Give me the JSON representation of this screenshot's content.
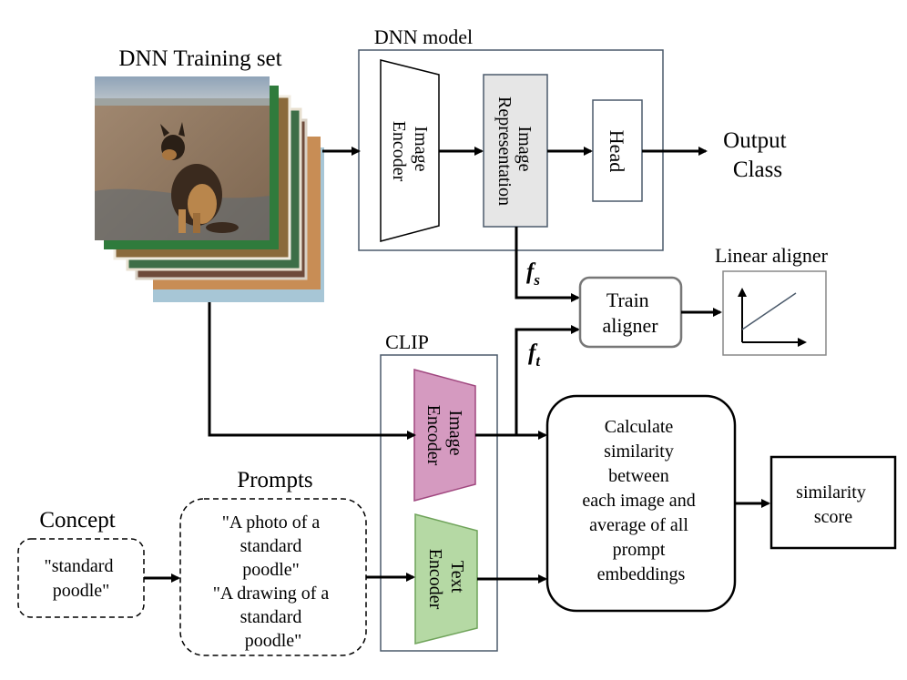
{
  "training_set": {
    "title": "DNN Training set"
  },
  "dnn_model": {
    "title": "DNN model",
    "image_encoder": [
      "Image",
      "Encoder"
    ],
    "image_representation": [
      "Image",
      "Representation"
    ],
    "head": "Head",
    "output": [
      "Output",
      "Class"
    ]
  },
  "aligner": {
    "fs_symbol": "f",
    "fs_subscript": "s",
    "ft_symbol": "f",
    "ft_subscript": "t",
    "train_aligner": [
      "Train",
      "aligner"
    ],
    "linear_aligner_title": "Linear aligner"
  },
  "clip": {
    "title": "CLIP",
    "image_encoder": [
      "Image",
      "Encoder"
    ],
    "text_encoder": [
      "Text",
      "Encoder"
    ]
  },
  "similarity": {
    "calculate": [
      "Calculate",
      "similarity",
      "between",
      "each image and",
      "average of all",
      "prompt",
      "embeddings"
    ],
    "score": [
      "similarity",
      "score"
    ]
  },
  "concept": {
    "title": "Concept",
    "lines": [
      "\"standard",
      "poodle\""
    ]
  },
  "prompts": {
    "title": "Prompts",
    "lines": [
      "\"A photo of a",
      "standard",
      "poodle\"",
      "\"A drawing of a",
      "standard",
      "poodle\""
    ]
  },
  "colors": {
    "clip_image_encoder_fill": "#d59ac0",
    "clip_image_encoder_stroke": "#a0477f",
    "clip_text_encoder_fill": "#b5d9a4",
    "clip_text_encoder_stroke": "#6fa35a",
    "representation_fill": "#e6e6e6",
    "box_stroke": "#4b5a6b"
  }
}
